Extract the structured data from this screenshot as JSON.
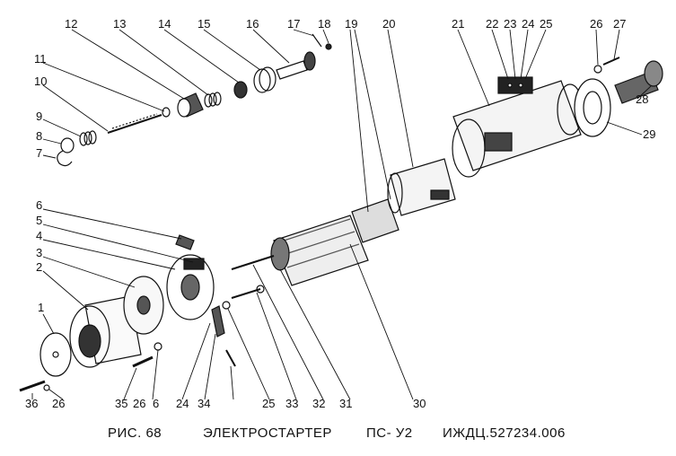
{
  "caption": {
    "figure": "РИС. 68",
    "title": "ЭЛЕКТРОСТАРТЕР",
    "model": "ПС- У2",
    "code": "ИЖДЦ.527234.006"
  },
  "callouts": {
    "c1": "1",
    "c2": "2",
    "c3": "3",
    "c4": "4",
    "c5": "5",
    "c6a": "6",
    "c7": "7",
    "c8": "8",
    "c9": "9",
    "c10": "10",
    "c11": "11",
    "c12": "12",
    "c13": "13",
    "c14": "14",
    "c15": "15",
    "c16": "16",
    "c17": "17",
    "c18": "18",
    "c19": "19",
    "c20": "20",
    "c21": "21",
    "c22": "22",
    "c23": "23",
    "c24a": "24",
    "c25a": "25",
    "c26a": "26",
    "c27": "27",
    "c28": "28",
    "c29": "29",
    "c36": "36",
    "c26b": "26",
    "c35": "35",
    "c26c": "26",
    "c6b": "6",
    "c24b": "24",
    "c34": "34",
    "c25b": "25",
    "c33": "33",
    "c32": "32",
    "c31": "31",
    "c30": "30"
  }
}
